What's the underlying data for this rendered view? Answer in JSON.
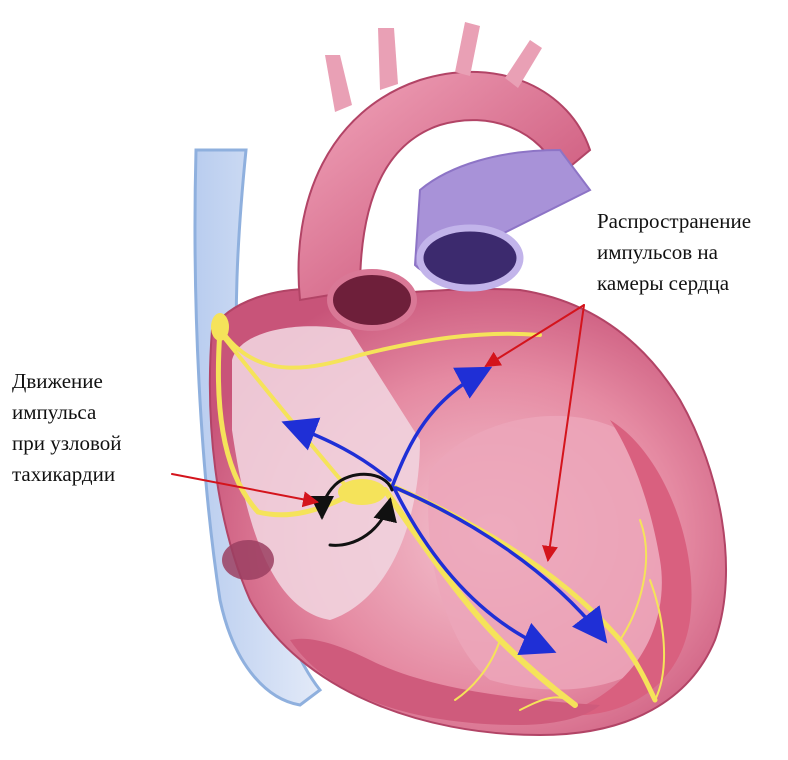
{
  "colors": {
    "background": "#ffffff",
    "heart_muscle": "#e27e98",
    "heart_dark": "#b24466",
    "heart_light": "#f3c2cf",
    "vessel_blue": "#8fb0de",
    "vessel_purple": "#8d74c6",
    "conduction_yellow": "#f5e35a",
    "impulse_blue": "#1f2fd6",
    "pointer_red": "#d4141c",
    "reentry_black": "#111111",
    "label_text": "#111111"
  },
  "labels": {
    "spread": {
      "line1": "Распространение",
      "line2": "импульсов на",
      "line3": "камеры сердца"
    },
    "nodal": {
      "line1": "Движение",
      "line2": "импульса",
      "line3": "при узловой",
      "line4": "тахикардии"
    }
  },
  "icons": {
    "heart": "heart-anatomy-illustration",
    "arrows": "arrowhead"
  }
}
